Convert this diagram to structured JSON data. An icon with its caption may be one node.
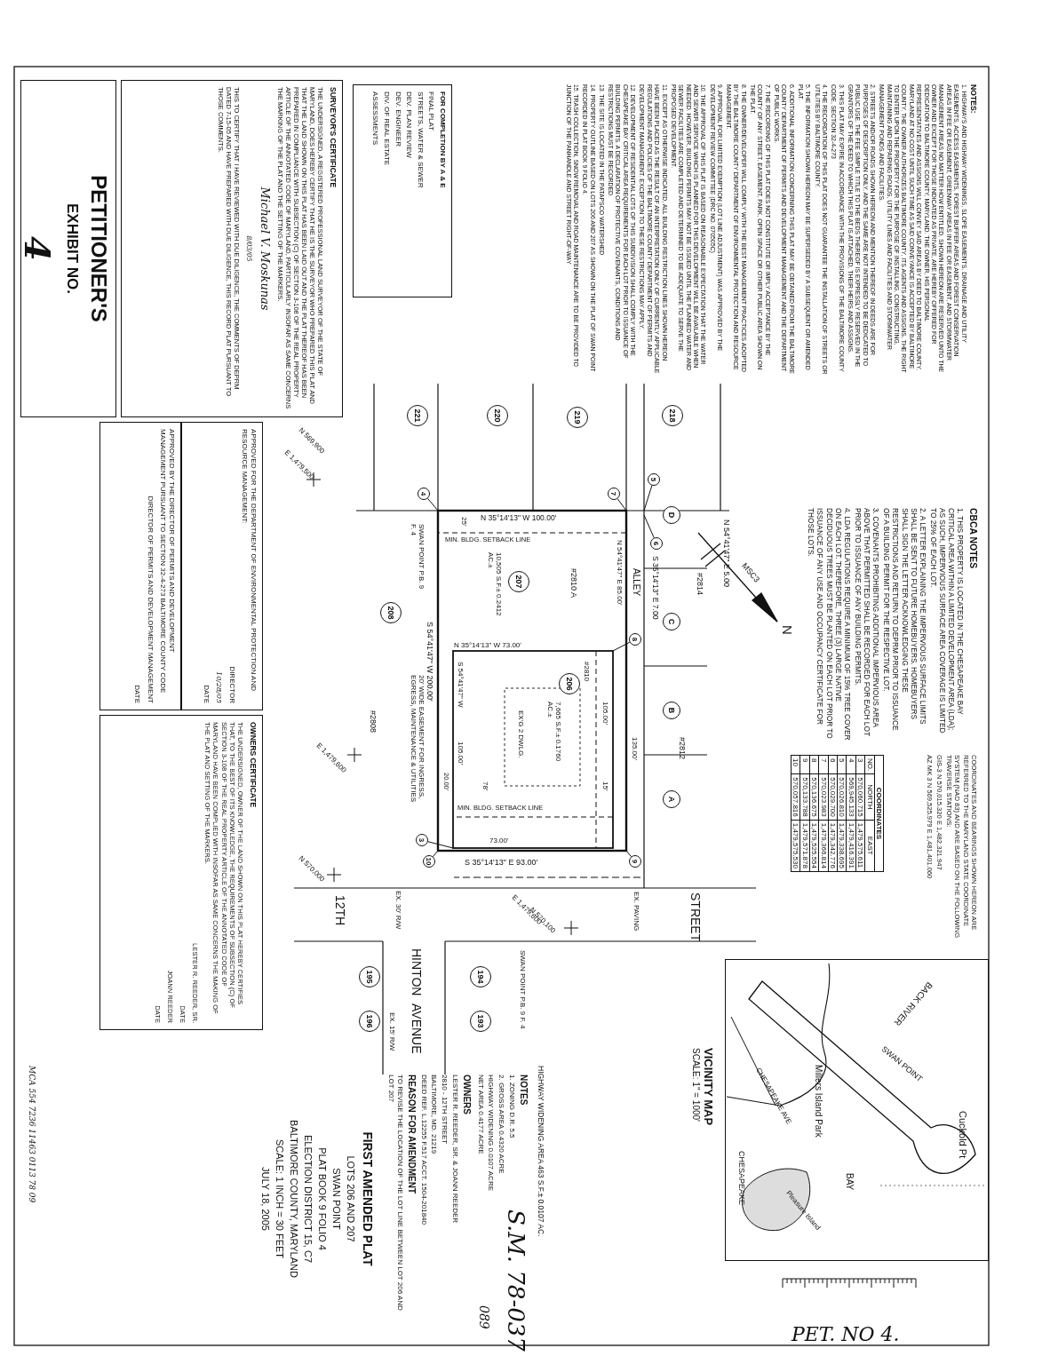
{
  "diagram": {
    "nodes": [
      {
        "text": [
          "FOR COMPLETION BY A & E",
          "FINAL PLAT",
          "STREETS, WATER & SEWER",
          "DEV. PLAN REVIEW",
          "DEV. ENGINEER",
          "DIV. OF REAL ESTATE",
          "ASSESSMENTS"
        ]
      },
      {
        "text": [
          "SURVEYOR'S CERTIFICATE",
          "THE UNDERSIGNED, A REGISTERED PROFESSIONAL LAND SURVEYOR OF THE STATE OF MARYLAND, DOES HEREBY CERTIFY THAT HE IS THE SURVEYOR WHO PREPARED THIS PLAT AND THAT THE LAND SHOWN ON THIS PLAT HAS BEEN LAID OUT AND THE PLAT THEREOF HAS BEEN PREPARED IN COMPLIANCE WITH SUBSECTION (C) OF SECTION 3-108 OF THE REAL PROPERTY ARTICLE OF THE ANNOTATED CODE OF MARYLAND, PARTICULARLY INSOFAR AS SAME CONCERNS THE MARKING OF THE PLAT AND THE SETTING OF THE MARKERS.",
          "Michael V. Moskunas",
          "8/03/05",
          "THIS TO CERTIFY THAT I HAVE REVIEWED WITH DUE DILIGENCE, THE COMMENTS OF DEPRM DATED 7-15-05 AND HAVE PREPARED WITH DUE DILIGENCE, THIS RECORD PLAT PURSUANT TO THOSE COMMENTS."
        ]
      },
      {
        "text": [
          "PETITIONER'S",
          "EXHIBIT NO.",
          "4"
        ]
      },
      {
        "text": [
          "APPROVED FOR THE DEPARTMENT OF ENVIRONMENTAL PROTECTION AND RESOURCE MANAGEMENT:",
          "DIRECTOR",
          "10/28/05",
          "DATE"
        ]
      },
      {
        "text": [
          "APPROVED BY THE DIRECTOR OF PERMITS AND DEVELOPMENT MANAGEMENT PURSUANT TO SECTION 32-4-273 BALTIMORE COUNTY CODE",
          "DIRECTOR OF PERMITS AND DEVELOPMENT MANAGEMENT",
          "DATE"
        ]
      },
      {
        "text": [
          "OWNERS CERTIFICATE",
          "THE UNDERSIGNED, OWNER OF THE LAND SHOWN ON THIS PLAT HEREBY CERTIFIES THAT, TO THE BEST OF ITS KNOWLEDGE, THE REQUIREMENTS OF SUBSECTION (C) OF SECTION 3-108 OF THE REAL PROPERTY ARTICLE OF THE ANNOTATED CODE OF MARYLAND HAVE BEEN COMPLIED WITH INSOFAR AS SAME CONCERNS THE MAKING OF THE PLAT AND SETTING OF THE MARKERS.",
          "LESTER R. REEDER, SR.",
          "DATE",
          "JOANN REEDER",
          "DATE"
        ]
      },
      {
        "text": [
          "Cuckold Pt",
          "SWAN POINT",
          "BACK RIVER",
          "Millers Island Park",
          "BAY",
          "CHESAPEAKE AVE",
          "CHESAPEAKE",
          "Pleasure Island"
        ],
        "beside": [
          "VICINITY MAP",
          "SCALE: 1\" = 1000'"
        ]
      },
      {
        "text": [
          "218"
        ]
      },
      {
        "text": [
          "219"
        ]
      },
      {
        "text": [
          "220"
        ]
      },
      {
        "text": [
          "221"
        ]
      },
      {
        "text": [
          "207"
        ]
      },
      {
        "text": [
          "206"
        ]
      },
      {
        "text": [
          "208"
        ]
      },
      {
        "text": [
          "D"
        ]
      },
      {
        "text": [
          "C"
        ]
      },
      {
        "text": [
          "B"
        ]
      },
      {
        "text": [
          "A"
        ]
      },
      {
        "text": [
          "194"
        ]
      },
      {
        "text": [
          "193"
        ]
      },
      {
        "text": [
          "195"
        ]
      },
      {
        "text": [
          "196"
        ]
      },
      {
        "text": [
          "4"
        ]
      },
      {
        "text": [
          "5"
        ]
      },
      {
        "text": [
          "6"
        ]
      },
      {
        "text": [
          "7"
        ]
      },
      {
        "text": [
          "8"
        ]
      },
      {
        "text": [
          "9"
        ]
      },
      {
        "text": [
          "10"
        ]
      },
      {
        "text": [
          "3"
        ]
      }
    ],
    "edges": [
      {
        "from": 22,
        "to": null,
        "arrow": "none"
      },
      {
        "from": 23,
        "to": null,
        "arrow": "none"
      },
      {
        "from": 24,
        "to": null,
        "arrow": "none"
      },
      {
        "from": 25,
        "to": null,
        "arrow": "none"
      },
      {
        "from": 26,
        "to": null,
        "arrow": "none"
      },
      {
        "from": 27,
        "to": null,
        "arrow": "none"
      },
      {
        "from": 28,
        "to": null,
        "arrow": "none"
      },
      {
        "from": 29,
        "to": null,
        "arrow": "none"
      }
    ],
    "labels": [
      "NOTES:",
      "1. HIGHWAYS AND HIGHWAY WIDENINGS, SLOPE EASEMENTS, DRAINAGE AND UTILITY EASEMENTS, ACCESS EASEMENTS, FOREST BUFFER AREAS AND FOREST CONSERVATION AREAS IN FEE OR EASEMENT, GREENWAY AREAS IN FEE OR EASEMENT, AND STORMWATER MANAGEMENT AREAS NO MATTER HOW ENTITLED, SHOWN HEREON ARE RESERVED UNTO THE OWNER AND EXCEPT FOR THOSE INDICATED AS PRIVATE, ARE HEREBY OFFERED FOR DEDICATION TO BALTIMORE COUNTY, MARYLAND. THE OWNER, HIS PERSONAL REPRESENTATIVES AND ASSIGNS WILL CONVEY SAID AREAS BY DEED TO BALTIMORE COUNTY, MARYLAND AT NO COST UNTIL SUCH TIME AS SAID CONVEYANCE IS ACCEPTED BY BALTIMORE COUNTY. THE OWNER AUTHORIZES BALTIMORE COUNTY, ITS AGENTS AND ASSIGNS, THE RIGHT TO ENTER UPON THE PROPERTY FOR THE PURPOSE OF INSTALLING, CONSTRUCTING, MAINTAINING AND REPAIRING ROADS, UTILITY LINES AND FACILITIES AND STORMWATER MANAGEMENT PONDS AND FACILITIES.",
      "2. STREETS AND/OR ROADS SHOWN HEREON AND MENTION THEREOF IN DEEDS ARE FOR PURPOSES OF DESCRIPTION ONLY, AND THE SAME ARE NOT INTENDED TO BE DEDICATED TO PUBLIC USE. THE FEE SIMPLE TITLE TO THE BEDS THEREOF IS EXPRESSLY RESERVED IN THE GRANTORS OF THE DEED TO WHICH THIS PLAT IS ATTACHED, THEIR HEIRS AND ASSIGNS.",
      "3. THIS PLAT MAY EXPIRE IN ACCORDANCE WITH THE PROVISIONS OF THE BALTIMORE COUNTY CODE, SECTION 32-4-273",
      "4. THE RECORDATION OF THIS PLAT DOES NOT GUARANTEE THE INSTALLATION OF STREETS OR UTILITIES BY BALTIMORE COUNTY.",
      "5. THE INFORMATION SHOWN HEREON MAY BE SUPERSEDED BY A SUBSEQUENT OR AMENDED PLAT.",
      "6. ADDITIONAL INFORMATION CONCERNING THIS PLAT MAY BE OBTAINED FROM THE BALTIMORE COUNTY DEPARTMENT OF PERMITS AND DEVELOPMENT MANAGEMENT AND THE DEPARTMENT OF PUBLIC WORKS.",
      "7. THE RECORDING OF THIS PLAT DOES NOT CONSTITUTE OR IMPLY ACCEPTANCE BY THE COUNTY OF ANY STREET, EASEMENT, PARK, OPEN SPACE OR OTHER PUBLIC AREA SHOWN ON THE PLAT.",
      "8. THE OWNER/DEVELOPER WILL COMPLY WITH THE BEST MANAGEMENT PRACTICES ADOPTED BY THE BALTIMORE COUNTY DEPARTMENT OF ENVIRONMENTAL PROTECTION AND RESOURCE MANAGEMENT.",
      "9. APPROVAL FOR LIMITED EXEMPTION (LOT LINE ADJUSTMENT) WAS APPROVED BY THE DEVELOPMENT REVIEW COMMITTEE (DRC NO. 070505C)",
      "10. THE APPROVAL OF THIS PLAT IS BASED ON REASONABLE EXPECTATION THAT THE WATER AND SEWER SERVICE WHICH IS PLANNED FOR THIS DEVELOPMENT WILL BE AVAILABLE WHEN NEEDED. HOWEVER, BUILDING PERMITS MAY NOT BE ISSUED UNTIL THE PLANNED WATER AND SEWER FACILITIES ARE COMPLETED AND DETERMINED TO BE ADEQUATE TO SERVE THE PROPOSED DEVELOPMENT.",
      "11. EXCEPT AS OTHERWISE INDICATED, ALL BUILDING RESTRICTION LINES SHOWN HEREON HAVE BEEN PLACED AS THE RESULT OF AN INTERPRETATION ONLY OF CURRENTLY APPLICABLE REGULATIONS AND POLICIES OF THE BALTIMORE COUNTY DEPARTMENT OF PERMITS AND DEVELOPMENT MANAGEMENT. EXCEPTION TO THESE RESTRICTIONS MAY APPLY.",
      "12. DEVELOPMENT OF RESIDENTIAL LOTS OF THIS SUBDIVISION SHALL COMPLY WITH THE CHESAPEAKE BAY CRITICAL AREA REQUIREMENTS FOR EACH LOT PRIOR TO ISSUANCE OF BUILDING PERMITS. A DECLARATION OF PROTECTIVE COVENANTS, CONDITIONS AND RESTRICTIONS MUST BE RECORDED.",
      "13. THE SITE IS LOCATED IN THE PATAPSCO WATERSHED",
      "14. PROPERTY OUTLINE BASED ON LOTS 206 AND 207 AS SHOWN ON THE PLAT OF SWAN POINT RECORDED IN PLAT BOOK 9 FOLIO 4.",
      "15. TRASH COLLECTION, SNOW REMOVAL AND ROAD MAINTENANCE ARE TO BE PROVIDED TO JUNCTION OF THE PANHANDLE AND STREET RIGHT-OF-WAY",
      "CBCA NOTES",
      "1. THIS PROPERTY IS LOCATED IN THE CHESAPEAKE BAY CRITICAL AREA WITHIN A LIMITED DEVELOPMENT AREA (LDA); AS SUCH, IMPERVIOUS SURFACE AREA COVERAGE IS LIMITED TO 25% OF EACH LOT.",
      "2. A LETTER EXPLAINING THE IMPERVIOUS SURFACE LIMITS SHALL BE SENT TO FUTURE HOMEBUYERS. HOMEBUYERS SHALL SIGN THE LETTER ACKNOWLEDGING THESE RESTRICTIONS AND RETURN TO DEPRM PRIOR TO ISSUANCE OF A BUILDING PERMIT FOR THE RESPECTIVE LOT.",
      "3. COVENANTS PROHIBITING ADDITIONAL IMPERVIOUS AREA ABOVE THAT PERMITTED SHALL BE RECORDED FOR EACH LOT PRIOR TO ISSUANCE OF ANY BUILDING PERMITS.",
      "4. LDA REGULATIONS REQUIRE A MINIMUM OF 15% TREE COVER ON EACH LOT. THEREFORE, THREE (3) LARGE NATIVE DECIDUOUS TREES MUST BE PLANTED ON EACH LOT PRIOR TO ISSUANCE OF ANY USE AND OCCUPANCY CERTIFICATE FOR THOSE LOTS.",
      "COORDINATES AND BEARINGS SHOWN HEREON ARE REFERRED TO THE MARYLAND STATE COORDINATE SYSTEM (NAD 83) AND ARE BASED ON THE FOLLOWING TRAVERSE STATIONS:",
      "GIS-3 N 570,015.320 E 1,482,321.947",
      "AZ MK 3 N 569,525.979 E 1,481,401.060",
      "COORDINATES",
      "NO.",
      "NORTH",
      "EAST",
      "3",
      "570,060.715",
      "1,479,575.611",
      "4",
      "569,945.133",
      "1,479,416.391",
      "5",
      "570,026.810",
      "1,479,338.695",
      "6",
      "570,029.700",
      "1,479,342.776",
      "7",
      "570,023.983",
      "1,479,366.814",
      "8",
      "570,136.675",
      "1,479,525.554",
      "9",
      "570,133.788",
      "1,479,571.878",
      "10",
      "570,057.816",
      "1,479,575.530",
      "MSC3",
      "N",
      "N 54°41'47\" E 5.00",
      "#2814",
      "S 35°14'13\" E 7.00",
      "ALLEY",
      "N 54°41'47\" E 85.00'",
      "N 35°14'13\" W 100.00'",
      "25'",
      "MIN. BLDG. SETBACK LINE",
      "#2810 A",
      "10,505 S.F.± 0.2412 AC.±",
      "SWAN POINT P.B. 9 F. 4",
      "N 569,900",
      "E 1,479,500",
      "S 54°41'47\" W 200.00'",
      "N 35°14'13\" W 73.00'",
      "S 54°41'47\" W",
      "105.00'",
      "#2810",
      "15'",
      "105.00'",
      "135.00'",
      "7,665 S.F.± 0.1760 AC.±",
      "EX'G 2 DWLG.",
      "#2812",
      "MIN. BLDG. SETBACK LINE",
      "20' WIDE EASEMENT FOR INGRESS, EGRESS, MAINTENANCE & UTILITIES",
      "#2808",
      "E 1,479,600",
      "N 570,000",
      "73.00'",
      "78'",
      "20.00'",
      "S 35°14'13\" E 93.00'",
      "EX. PAVING",
      "EX. 30' R/W",
      "12TH",
      "STREET",
      "E 1,479,600",
      "N 570,100",
      "HINTON",
      "AVENUE",
      "EX. 15' R/W",
      "SWAN POINT P.B. 9 F. 4",
      "HIGHWAY WIDENING AREA 463 S.F.± 0.0107 AC.",
      "NOTES",
      "1. ZONING D.R. 5.5",
      "2. GROSS AREA 0.4320 ACRE",
      "HIGHWAY WIDENING 0.0107 ACRE",
      "NET AREA 0.4177 ACRE",
      "S.M. 78-037",
      "089",
      "OWNERS",
      "LESTER R. REEDER, SR. & JOANN REEDER",
      "2810 - 12TH STREET",
      "BALTIMORE, MD. 21219",
      "DEED REF. L.12255 F.517 ACCT. 1504-201840",
      "REASON FOR AMENDMENT",
      "TO REVISE THE LOCATION OF THE LOT LINE BETWEEN LOT 206 AND LOT 207",
      "FIRST AMENDED PLAT",
      "LOTS 206 AND 207",
      "SWAN POINT",
      "PLAT BOOK 9 FOLIO 4",
      "ELECTION DISTRICT 15, C7",
      "BALTIMORE COUNTY, MARYLAND",
      "SCALE: 1 INCH = 30 FEET",
      "JULY 18, 2005",
      "MCA 554 7236 11463 0113 78 09",
      "PET. NO 4."
    ]
  }
}
